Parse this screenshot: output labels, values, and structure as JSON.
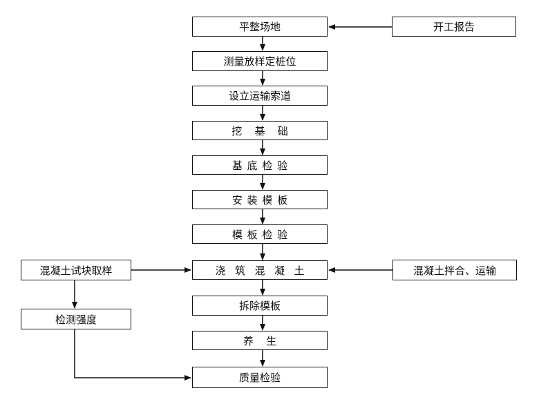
{
  "main_steps": [
    {
      "id": "s1",
      "label": "平整场地"
    },
    {
      "id": "s2",
      "label": "测量放样定桩位"
    },
    {
      "id": "s3",
      "label": "设立运输索道"
    },
    {
      "id": "s4",
      "label": "挖 基 础"
    },
    {
      "id": "s5",
      "label": "基底检验"
    },
    {
      "id": "s6",
      "label": "安装模板"
    },
    {
      "id": "s7",
      "label": "模板检验"
    },
    {
      "id": "s8",
      "label": "浇筑混凝土"
    },
    {
      "id": "s9",
      "label": "拆除模板"
    },
    {
      "id": "s10",
      "label": "养 生"
    },
    {
      "id": "s11",
      "label": "质量检验"
    }
  ],
  "side_steps": {
    "start_report": "开工报告",
    "concrete_sample": "混凝土试块取样",
    "strength_test": "检测强度",
    "mixing_transport": "混凝土拌合、运输"
  }
}
